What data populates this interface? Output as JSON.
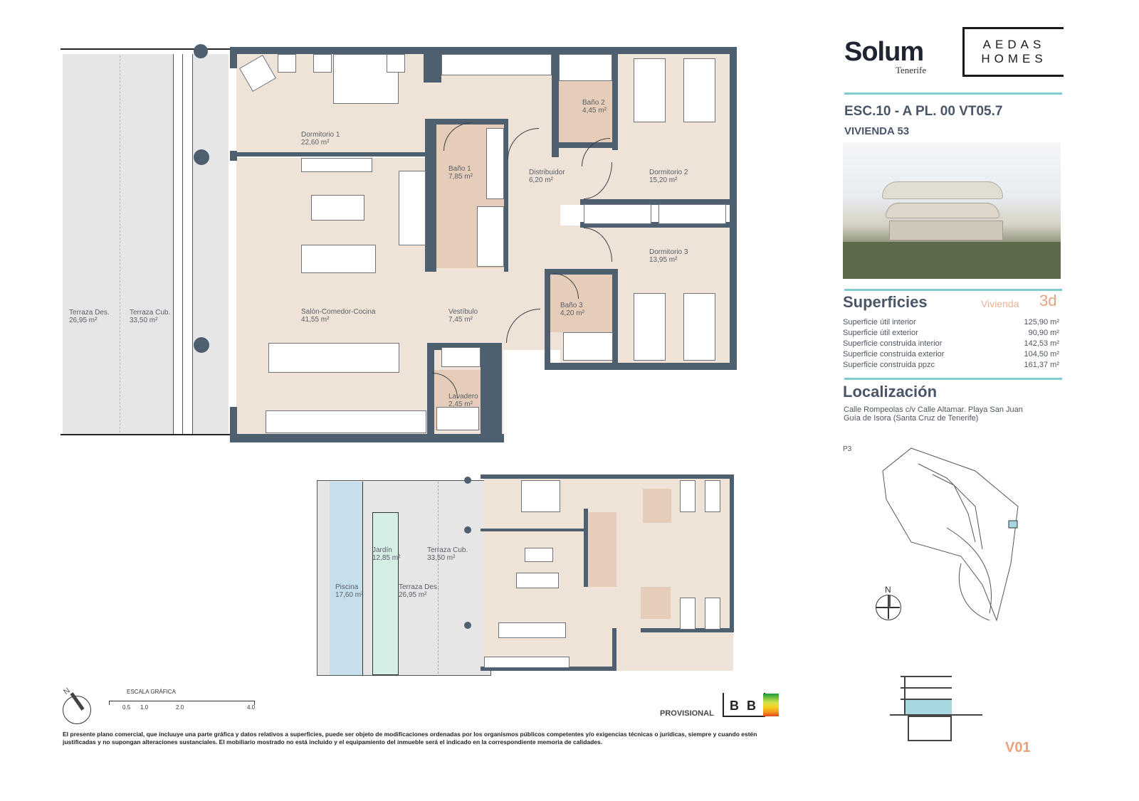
{
  "brand": {
    "name": "Solum",
    "sub": "Tenerife",
    "partner_line1": "AEDAS",
    "partner_line2": "HOMES"
  },
  "unit": {
    "code": "ESC.10 - A  PL. 00 VT05.7",
    "name": "VIVIENDA 53"
  },
  "superficies": {
    "title": "Superficies",
    "type_label": "Vivienda",
    "type_value": "3d",
    "rows": [
      {
        "label": "Superficie útil interior",
        "value": "125,90 m²"
      },
      {
        "label": "Superficie útil exterior",
        "value": "90,90 m²"
      },
      {
        "label": "Superficie construida interior",
        "value": "142,53 m²"
      },
      {
        "label": "Superficie construida exterior",
        "value": "104,50 m²"
      },
      {
        "label": "Superficie construida ppzc",
        "value": "161,37 m²"
      }
    ]
  },
  "localizacion": {
    "title": "Localización",
    "line1": "Calle Rompeolas c/v Calle Altamar. Playa San Juan",
    "line2": "Guía de Isora (Santa Cruz de Tenerife)",
    "plan_label": "P3",
    "north": "N"
  },
  "rooms": {
    "terraza_des": {
      "name": "Terraza Des.",
      "area": "26,95 m²"
    },
    "terraza_cub": {
      "name": "Terraza Cub.",
      "area": "33,50 m²"
    },
    "dormitorio1": {
      "name": "Dormitorio 1",
      "area": "22,60 m²"
    },
    "bano1": {
      "name": "Baño 1",
      "area": "7,85 m²"
    },
    "bano2": {
      "name": "Baño 2",
      "area": "4,45 m²"
    },
    "distribuidor": {
      "name": "Distribuidor",
      "area": "6,20 m²"
    },
    "dormitorio2": {
      "name": "Dormitorio 2",
      "area": "15,20 m²"
    },
    "dormitorio3": {
      "name": "Dormitorio 3",
      "area": "13,95 m²"
    },
    "salon": {
      "name": "Salón-Comedor-Cocina",
      "area": "41,55 m²"
    },
    "vestibulo": {
      "name": "Vestíbulo",
      "area": "7,45 m²"
    },
    "bano3": {
      "name": "Baño 3",
      "area": "4,20 m²"
    },
    "lavadero": {
      "name": "Lavadero",
      "area": "2,45 m²"
    }
  },
  "mini_plan": {
    "piscina": {
      "name": "Piscina",
      "area": "17,60 m²"
    },
    "jardin": {
      "name": "Jardín",
      "area": "12,85 m²"
    },
    "terraza_des": {
      "name": "Terraza Des.",
      "area": "26,95 m²"
    },
    "terraza_cub": {
      "name": "Terraza Cub.",
      "area": "33,50 m²"
    }
  },
  "scale": {
    "title": "ESCALA GRÁFICA",
    "ticks": [
      "0.5",
      "1.0",
      "2.0",
      "4.0"
    ],
    "north": "N"
  },
  "energy": {
    "label": "PROVISIONAL",
    "rating1": "B",
    "rating2": "B"
  },
  "disclaimer": "El presente plano comercial, que incluuye una parte gráfica y datos relativos a superficies, puede ser objeto de modificaciones ordenadas por los organismos públicos competentes y/o exigencias técnicas o jurídicas, siempre y cuando estén justificadas y no supongan alteraciones sustanciales. El mobiliario mostrado no está incluido y el equipamiento del inmueble será el indicado en la correspondiente memoria de calidades.",
  "version": "V01",
  "colors": {
    "wall": "#4e5f70",
    "room": "#efe3d8",
    "bath": "#e6cdb9",
    "accent_line": "#7fcdcf",
    "title": "#4a5668",
    "orange": "#e8a27f",
    "pool": "#c6dfec",
    "garden": "#d5efe4"
  }
}
